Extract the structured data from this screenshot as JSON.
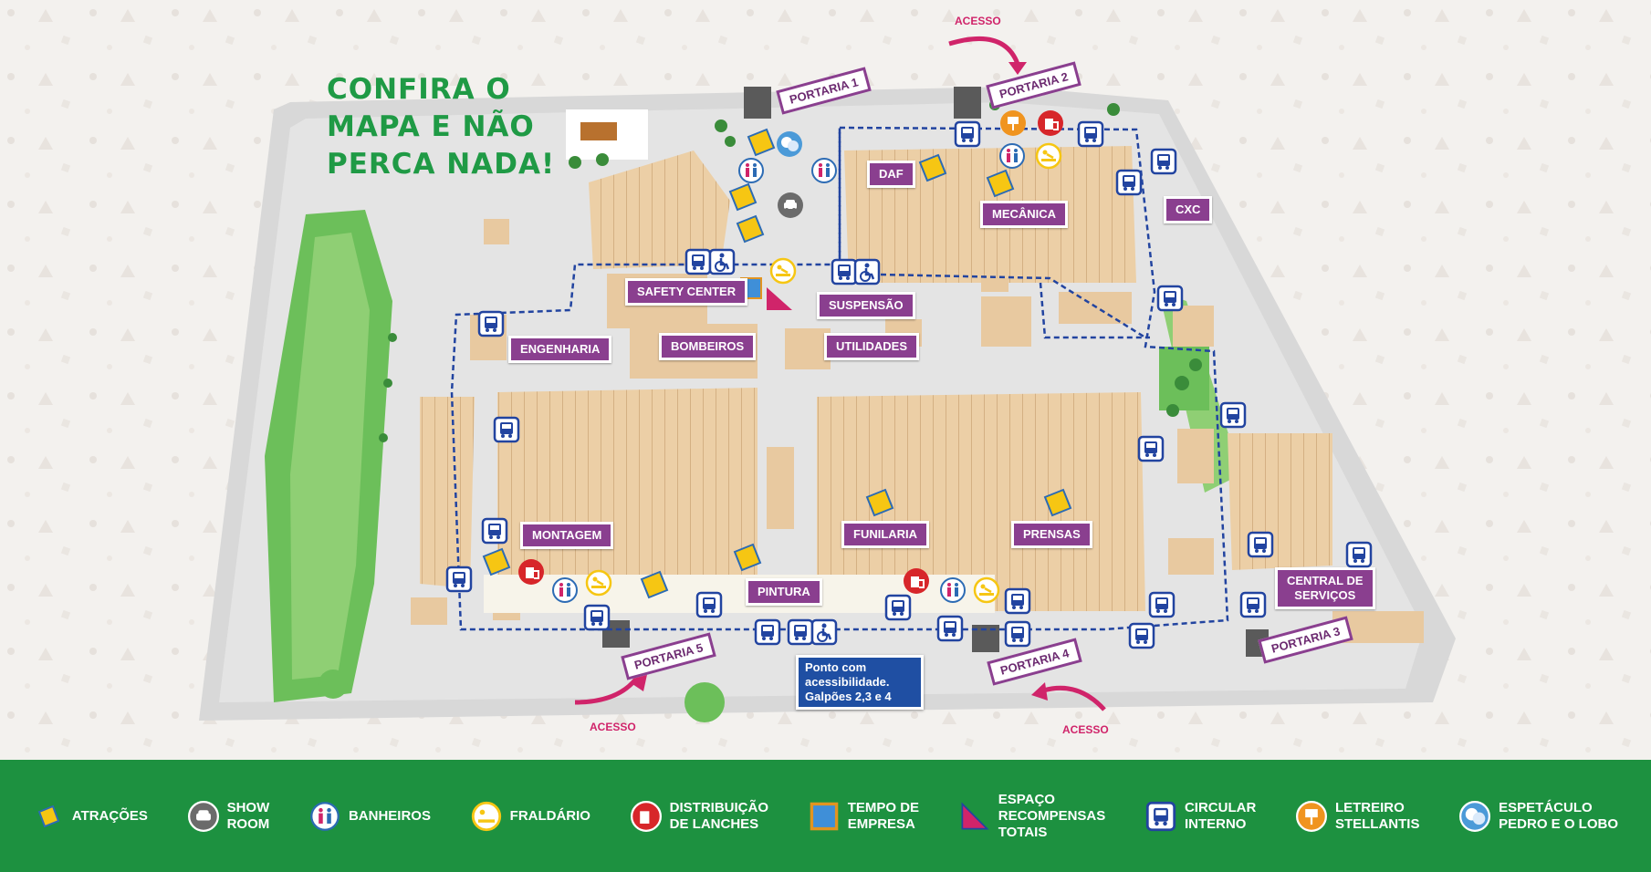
{
  "headline": "CONFIRA O\nMAPA E NÃO\nPERCA NADA!",
  "colors": {
    "brand_green": "#1d9140",
    "label_purple": "#8a3f8f",
    "access_pink": "#d0246a",
    "building_tan": "#e8c9a0",
    "path_blue": "#2244a0"
  },
  "buildings": {
    "daf": "DAF",
    "mecanica": "MECÂNICA",
    "cxc": "CXC",
    "safety_center": "SAFETY CENTER",
    "suspensao": "SUSPENSÃO",
    "engenharia": "ENGENHARIA",
    "bombeiros": "BOMBEIROS",
    "utilidades": "UTILIDADES",
    "montagem": "MONTAGEM",
    "funilaria": "FUNILARIA",
    "prensas": "PRENSAS",
    "pintura": "PINTURA",
    "central_servicos": "CENTRAL DE\nSERVIÇOS"
  },
  "gates": {
    "portaria_1": "PORTARIA 1",
    "portaria_2": "PORTARIA 2",
    "portaria_3": "PORTARIA 3",
    "portaria_4": "PORTARIA 4",
    "portaria_5": "PORTARIA 5"
  },
  "access_label": "ACESSO",
  "accessibility_note": "Ponto com\nacessibilidade.\nGalpões 2,3 e 4",
  "legend": [
    {
      "icon": "attraction-icon",
      "label": "ATRAÇÕES"
    },
    {
      "icon": "car-icon",
      "label": "SHOW\nROOM"
    },
    {
      "icon": "restroom-icon",
      "label": "BANHEIROS"
    },
    {
      "icon": "baby-changing-icon",
      "label": "FRALDÁRIO"
    },
    {
      "icon": "snack-icon",
      "label": "DISTRIBUIÇÃO\nDE LANCHES"
    },
    {
      "icon": "company-time-icon",
      "label": "TEMPO DE\nEMPRESA"
    },
    {
      "icon": "rewards-icon",
      "label": "ESPAÇO\nRECOMPENSAS\nTOTAIS"
    },
    {
      "icon": "bus-icon",
      "label": "CIRCULAR\nINTERNO"
    },
    {
      "icon": "stellantis-sign-icon",
      "label": "LETREIRO\nSTELLANTIS"
    },
    {
      "icon": "show-masks-icon",
      "label": "ESPETÁCULO\nPEDRO E O LOBO"
    }
  ]
}
